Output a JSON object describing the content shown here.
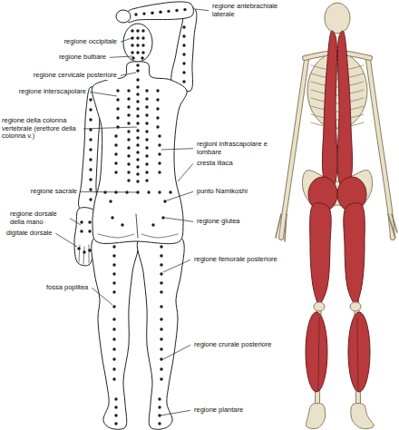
{
  "diagram": {
    "labels": [
      "regione antebrachiale laterale",
      "regione occipitale",
      "regione bulbare",
      "regione cervicale posteriore",
      "regione interscapolare",
      "regione della colonna vertebrale (erettore della colonna v.)",
      "regioni infrascapolare e lombare",
      "cresta iliaca",
      "regione sacrale",
      "punto Namikoshi",
      "regione dorsale della mano",
      "regione glutea",
      "digitale dorsale",
      "regione femorale posteriore",
      "fossa poplitea",
      "regione crurale posteriore",
      "regione plantare"
    ]
  }
}
